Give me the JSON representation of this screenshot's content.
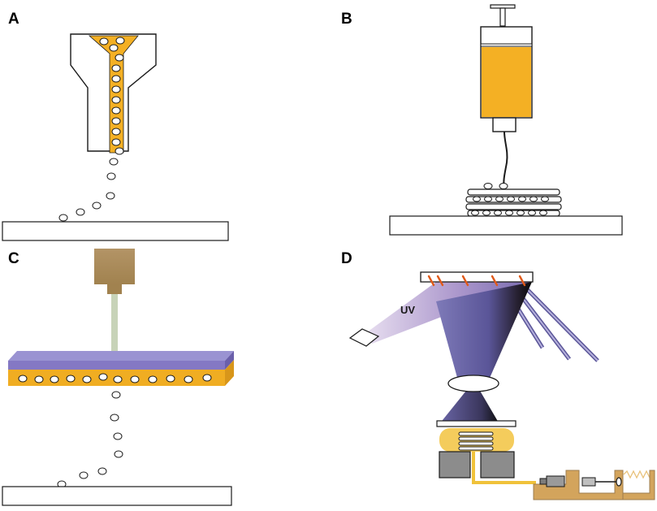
{
  "panels": [
    {
      "letter": "A"
    },
    {
      "letter": "B"
    },
    {
      "letter": "C"
    },
    {
      "letter": "D"
    }
  ],
  "labels": {
    "uv": "UV"
  },
  "colors": {
    "ink": "#1a1a1a",
    "orange": "#f4b024",
    "tan": "#b09060",
    "tan_dark": "#9c7c4e",
    "light_green": "#c7d3b8",
    "purple": "#8d86c8",
    "purple_dark": "#5d57a0",
    "laser_red": "#e05a1a",
    "block_grey": "#8c8c8c",
    "bronze": "#d3a45c",
    "gel_yellow": "#f4cc5c"
  }
}
